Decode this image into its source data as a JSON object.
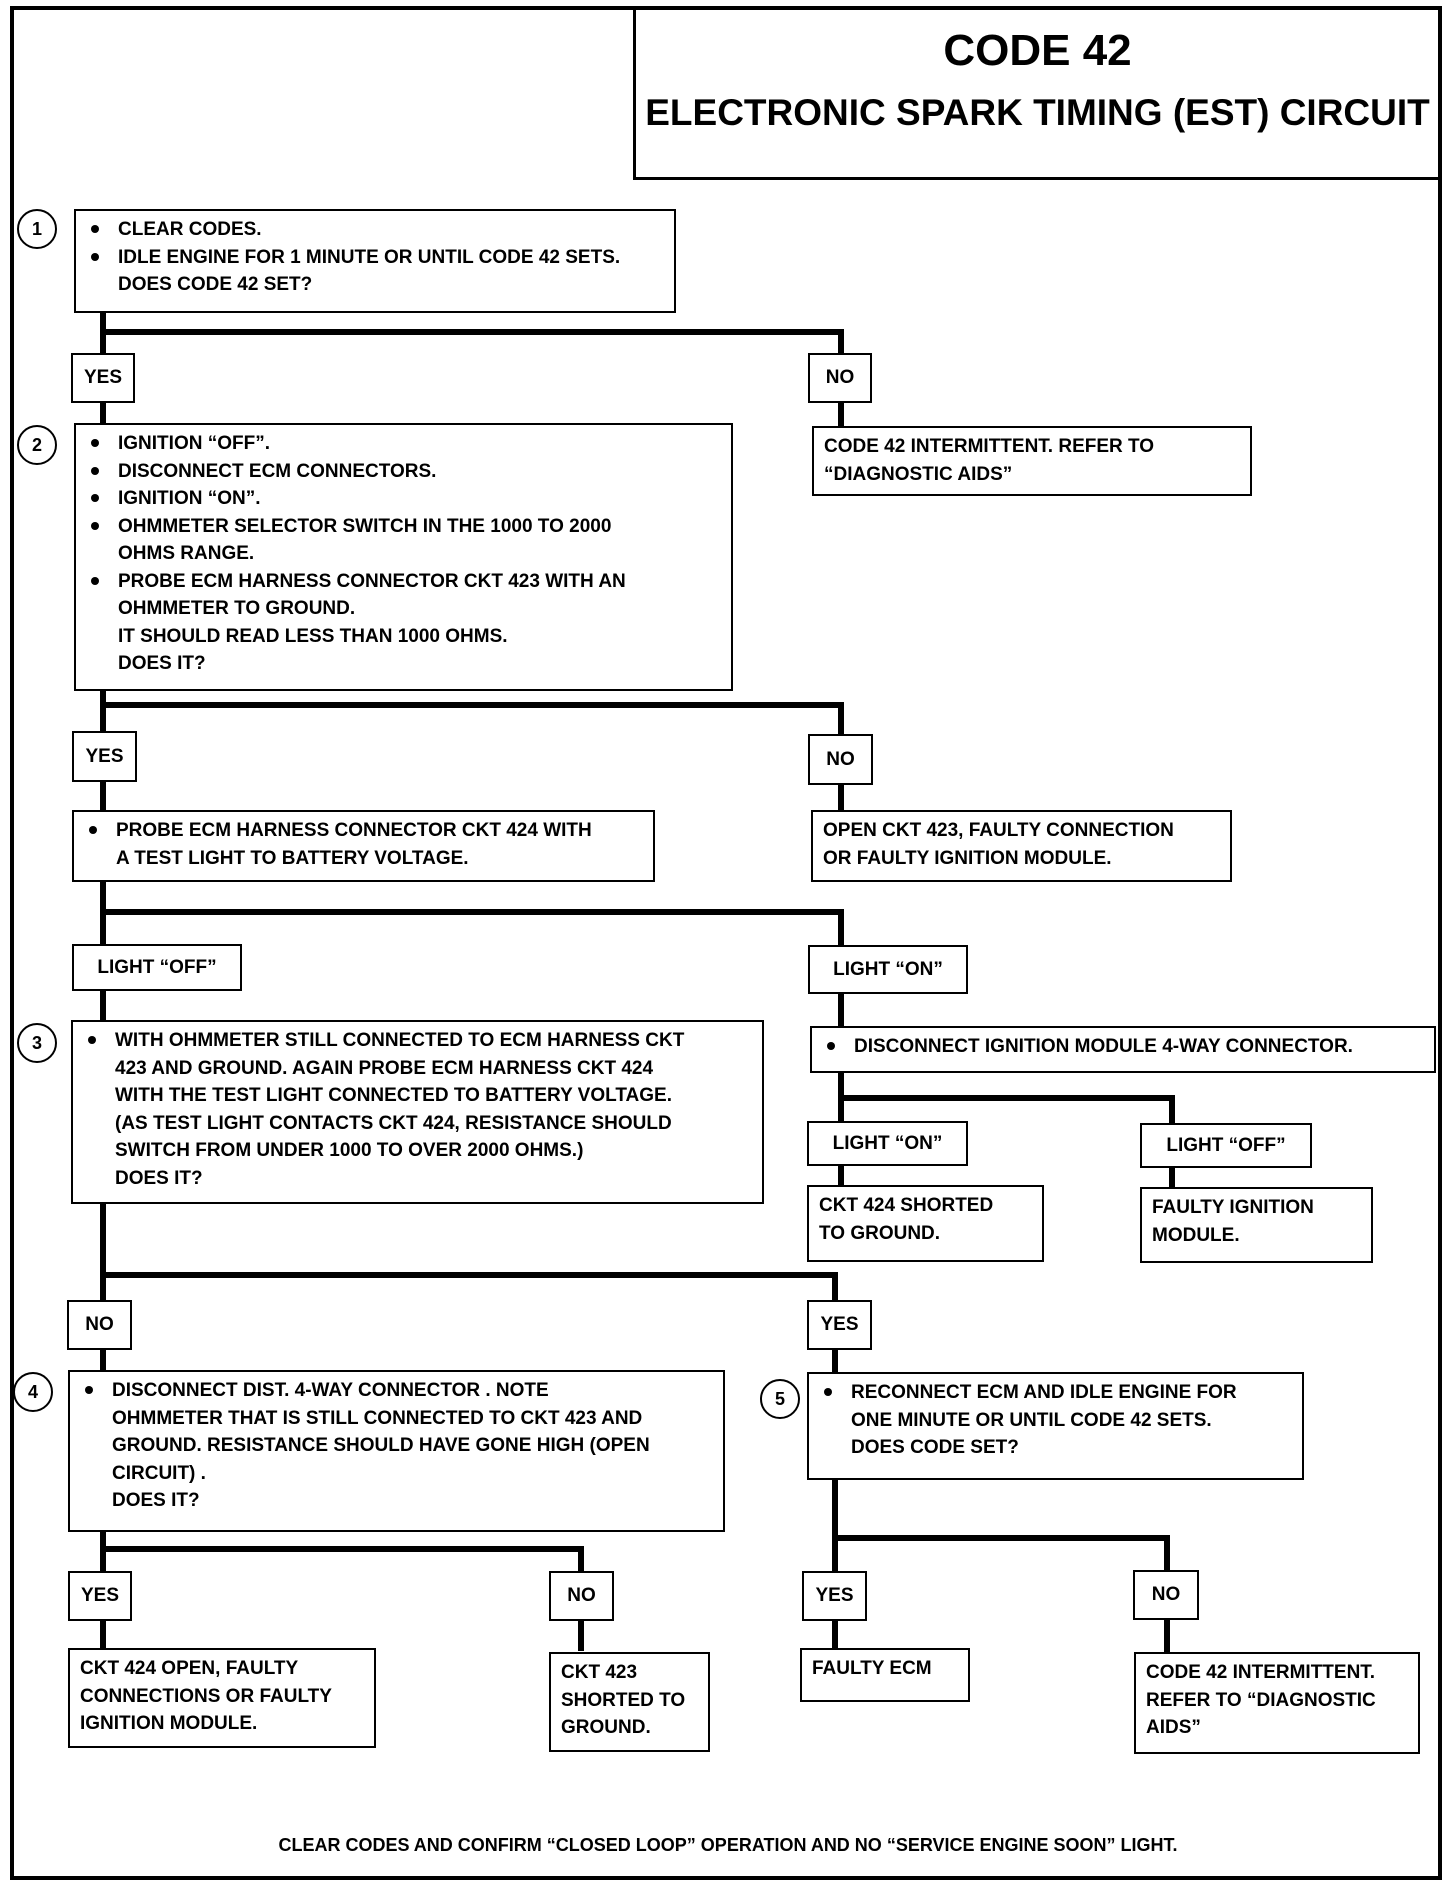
{
  "header": {
    "code": "CODE 42",
    "title": "ELECTRONIC SPARK TIMING (EST) CIRCUIT"
  },
  "steps": [
    "1",
    "2",
    "3",
    "4",
    "5"
  ],
  "labels": {
    "yes": "YES",
    "no": "NO",
    "light_off": "LIGHT “OFF”",
    "light_on": "LIGHT “ON”"
  },
  "step1": {
    "bullets": [
      "CLEAR CODES.",
      "IDLE ENGINE FOR 1 MINUTE OR UNTIL CODE 42 SETS."
    ],
    "question": "DOES CODE 42 SET?"
  },
  "step1_no_result": [
    "CODE 42 INTERMITTENT.  REFER TO",
    "“DIAGNOSTIC AIDS”"
  ],
  "step2": {
    "bullets": [
      "IGNITION “OFF”.",
      "DISCONNECT ECM CONNECTORS.",
      "IGNITION “ON”.",
      "OHMMETER SELECTOR SWITCH IN THE 1000 TO 2000",
      "PROBE ECM HARNESS CONNECTOR CKT 423  WITH AN"
    ],
    "continuations": [
      "OHMS RANGE.",
      "OHMMETER TO GROUND.",
      "IT SHOULD READ LESS THAN 1000 OHMS.",
      "DOES IT?"
    ]
  },
  "step2_no_result": [
    "OPEN CKT 423, FAULTY CONNECTION",
    "OR FAULTY IGNITION MODULE."
  ],
  "probe424": {
    "bullet": "PROBE ECM HARNESS CONNECTOR CKT 424 WITH",
    "continuation": "A TEST LIGHT TO BATTERY VOLTAGE."
  },
  "step3": {
    "bullet": "WITH OHMMETER STILL CONNECTED TO ECM HARNESS CKT",
    "continuations": [
      "423 AND GROUND.  AGAIN PROBE ECM HARNESS CKT 424",
      "WITH THE TEST LIGHT CONNECTED TO BATTERY VOLTAGE.",
      "(AS TEST LIGHT CONTACTS CKT 424, RESISTANCE SHOULD",
      "SWITCH FROM UNDER 1000 TO OVER 2000 OHMS.)",
      "DOES IT?"
    ]
  },
  "disconnect_module": "DISCONNECT IGNITION MODULE 4-WAY CONNECTOR.",
  "ckt424_shorted": [
    "CKT 424  SHORTED",
    "TO GROUND."
  ],
  "faulty_module": [
    "FAULTY IGNITION",
    "MODULE."
  ],
  "step4": {
    "bullet": "DISCONNECT DIST. 4-WAY CONNECTOR .  NOTE",
    "continuations": [
      "OHMMETER THAT IS STILL CONNECTED TO CKT 423  AND",
      "GROUND. RESISTANCE SHOULD HAVE GONE HIGH (OPEN",
      "CIRCUIT) .",
      "DOES IT?"
    ]
  },
  "step5": {
    "bullet": "RECONNECT ECM AND IDLE ENGINE FOR",
    "continuations": [
      "ONE MINUTE OR UNTIL CODE 42 SETS.",
      "DOES CODE SET?"
    ]
  },
  "ckt424_open": [
    "CKT 424 OPEN, FAULTY",
    "CONNECTIONS OR FAULTY",
    "IGNITION MODULE."
  ],
  "ckt423_shorted": [
    "CKT 423",
    "SHORTED TO",
    "GROUND."
  ],
  "faulty_ecm": "FAULTY ECM",
  "step5_no_result": [
    "CODE 42 INTERMITTENT.",
    "REFER TO “DIAGNOSTIC",
    "AIDS”"
  ],
  "footer": "CLEAR CODES AND CONFIRM “CLOSED LOOP” OPERATION AND NO “SERVICE ENGINE SOON” LIGHT."
}
